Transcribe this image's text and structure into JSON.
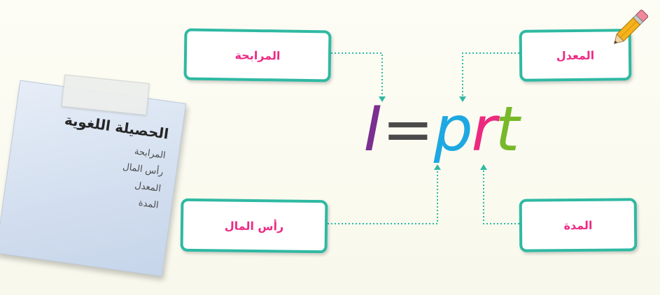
{
  "note": {
    "title": "الحصيلة اللغوية",
    "items": [
      "المرابحة",
      "رأس المال",
      "المعدل",
      "المدة"
    ]
  },
  "labels": {
    "interest": "المرابحة",
    "rate": "المعدل",
    "principal": "رأس المال",
    "time": "المدة"
  },
  "formula": {
    "interest_var": "I",
    "equals": "=",
    "principal_var": "p",
    "rate_var": "r",
    "time_var": "t"
  },
  "colors": {
    "box_border": "#2fb9a3",
    "label_text": "#ee2a84",
    "interest_var": "#7b2f8e",
    "principal_var": "#1ea8e2",
    "rate_var": "#ec2a7f",
    "time_var": "#78b82a",
    "connector": "#2fb9a3"
  },
  "icons": {
    "pencil": "pencil-icon"
  }
}
